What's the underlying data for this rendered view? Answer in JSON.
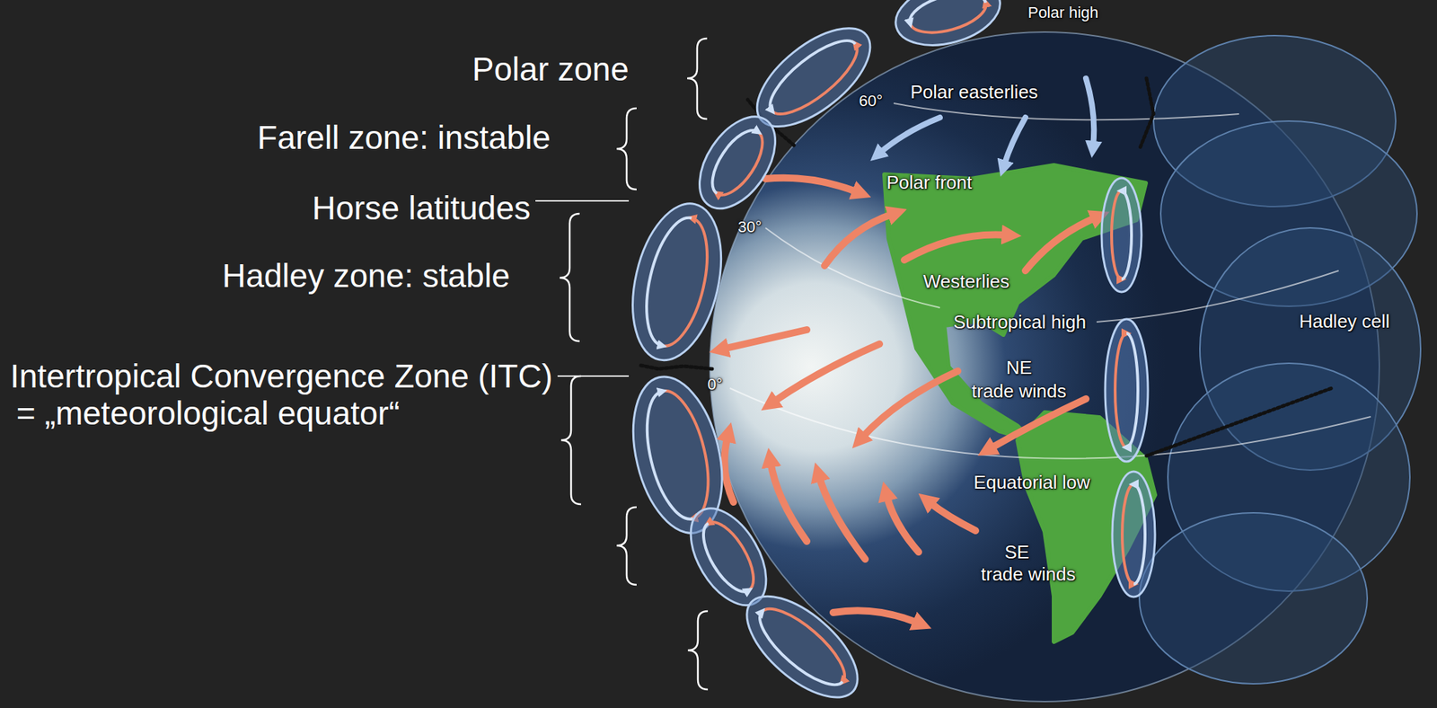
{
  "diagram": {
    "labels": [
      "Polar zone",
      "Farell zone: instable",
      "Horse latitudes",
      "Hadley zone: stable",
      "Intertropical Convergence Zone (ITC)",
      "= „meteorological equator“",
      "Polar high",
      "60°",
      "Polar easterlies",
      "Polar front",
      "30°",
      "Westerlies",
      "Subtropical high",
      "NE",
      "trade winds",
      "0°",
      "Equatorial low",
      "SE",
      "trade winds",
      "Hadley cell"
    ]
  }
}
